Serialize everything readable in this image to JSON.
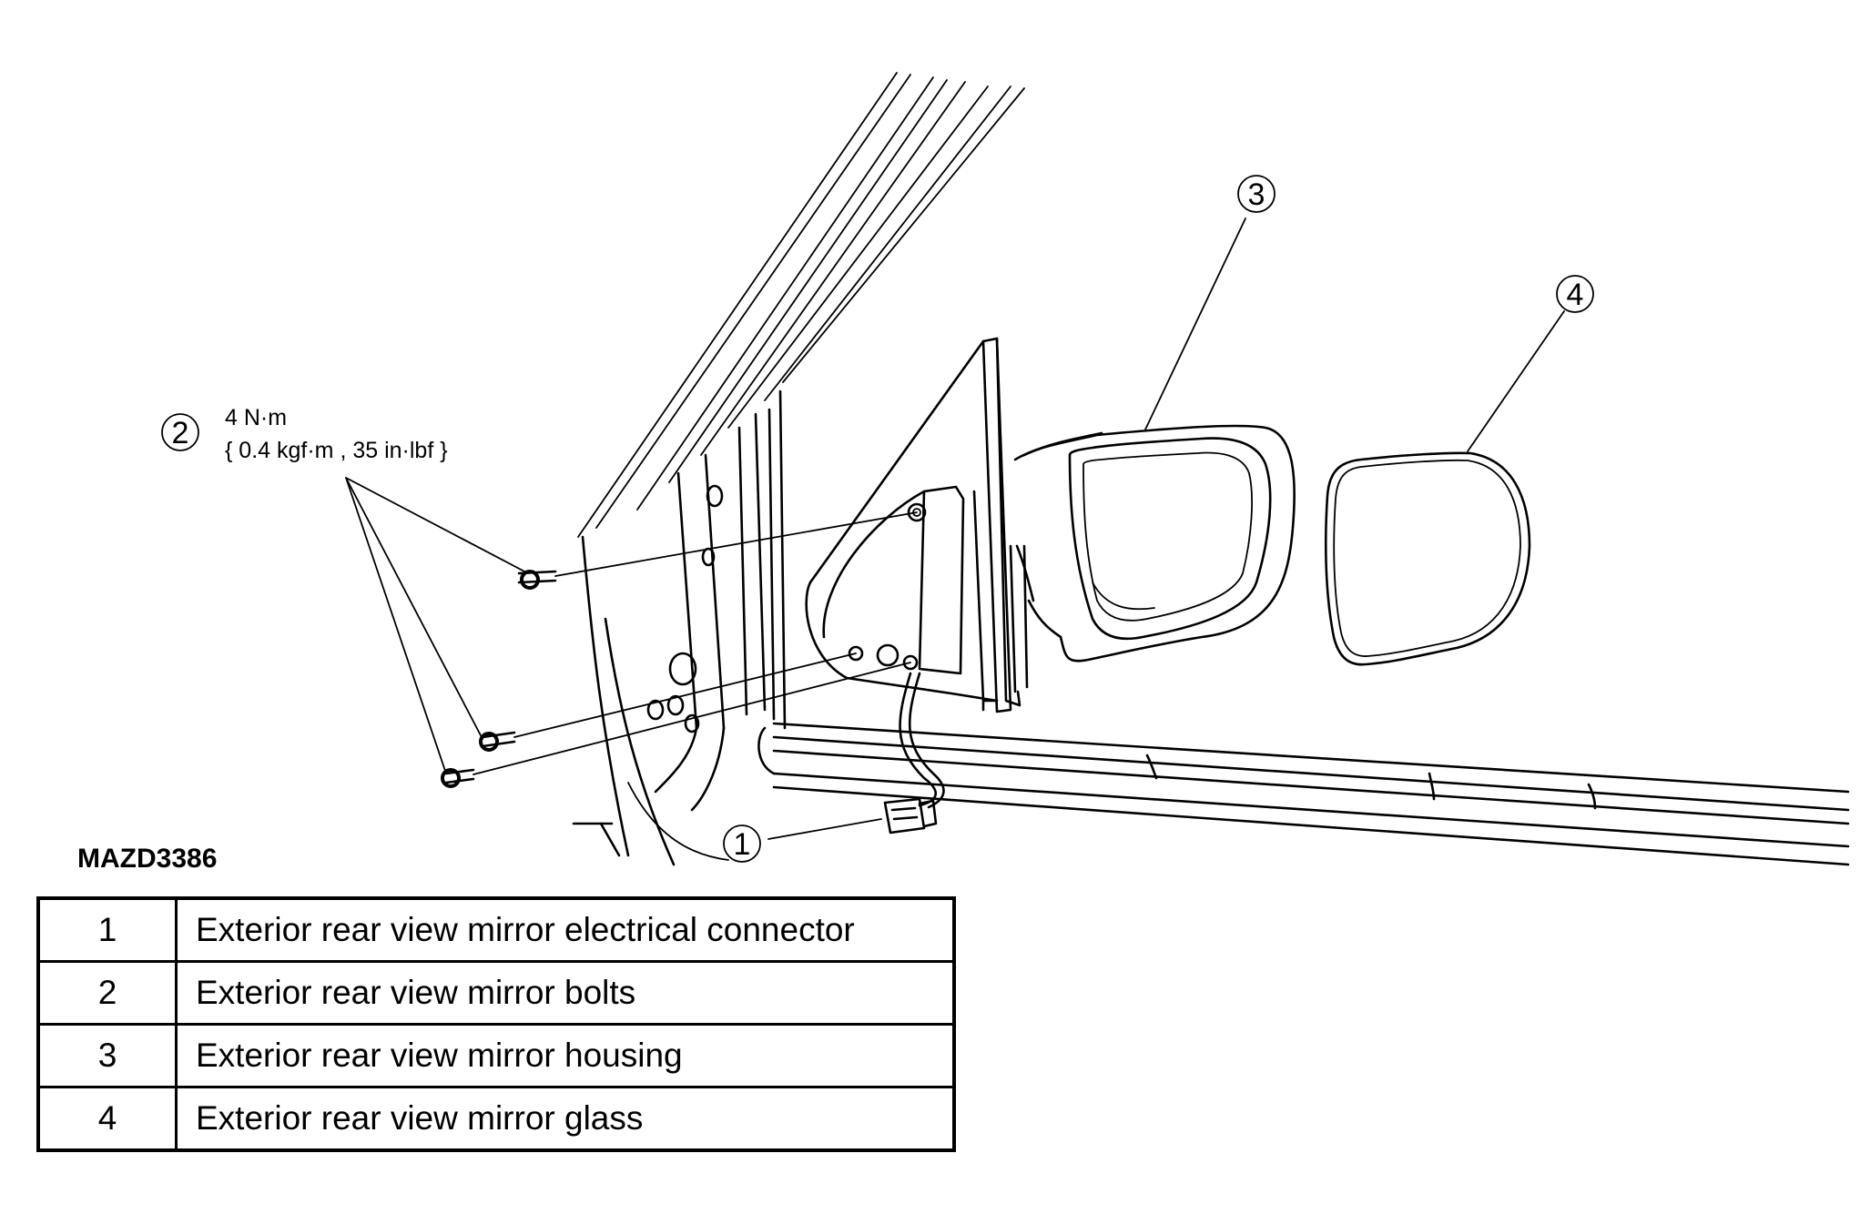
{
  "figure_code": "MAZD3386",
  "torque_spec": {
    "line1": "4 N·m",
    "line2": "{ 0.4 kgf·m , 35 in·lbf }"
  },
  "callouts": [
    "1",
    "2",
    "3",
    "4"
  ],
  "parts": [
    {
      "num": "1",
      "desc": "Exterior rear view mirror electrical connector"
    },
    {
      "num": "2",
      "desc": "Exterior rear view mirror bolts"
    },
    {
      "num": "3",
      "desc": "Exterior rear view mirror housing"
    },
    {
      "num": "4",
      "desc": "Exterior rear view mirror glass"
    }
  ]
}
